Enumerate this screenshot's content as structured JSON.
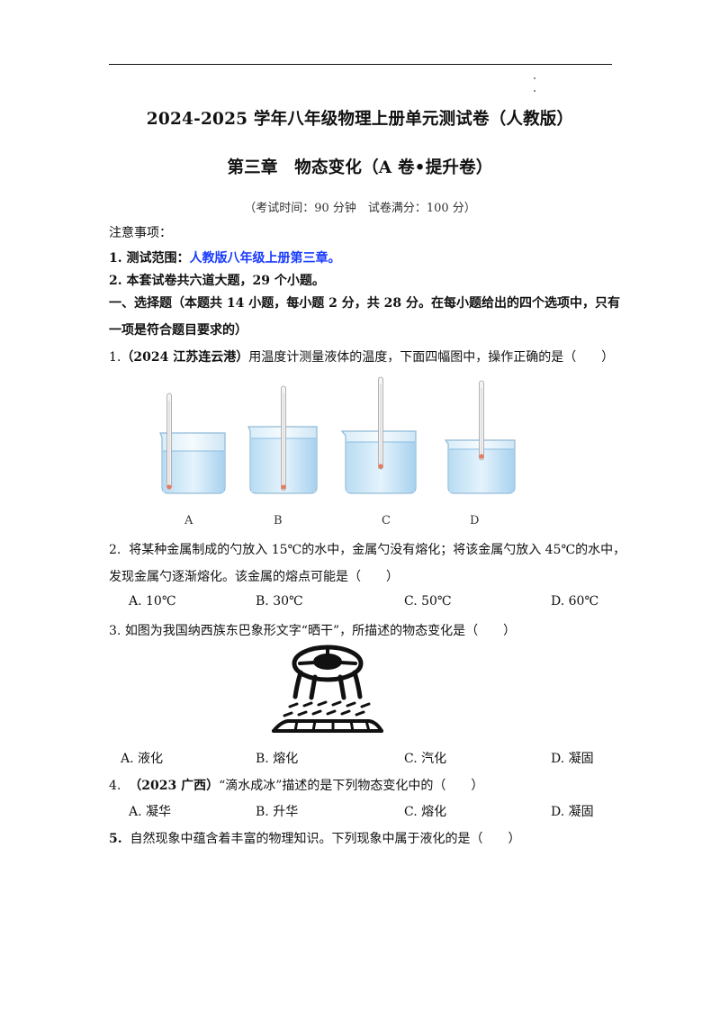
{
  "header": {
    "title": "2024-2025 学年八年级物理上册单元测试卷（人教版）",
    "chapter": "第三章　物态变化（A 卷•提升卷）",
    "exam_info": "（考试时间：90 分钟　试卷满分：100 分）"
  },
  "notes": {
    "heading": "注意事项：",
    "item1_prefix": "1. 测试范围：",
    "item1_value": "人教版八年级上册第三章。",
    "item2": "2. 本套试卷共六道大题，29 个小题。"
  },
  "section1": {
    "heading_line1": "一、选择题（本题共 14 小题，每小题 2 分，共 28 分。在每小题给出的四个选项中，只有",
    "heading_line2": "一项是符合题目要求的）"
  },
  "questions": [
    {
      "number": "1.",
      "source": "（2024 江苏连云港）",
      "text": "用温度计测量液体的温度，下面四幅图中，操作正确的是（　　）",
      "figure_labels": [
        "A",
        "B",
        "C",
        "D"
      ]
    },
    {
      "number": "2.",
      "text_line1": "将某种金属制成的勺放入 15℃的水中，金属勺没有熔化；将该金属勺放入 45℃的水中，",
      "text_line2": "发现金属勺逐渐熔化。该金属的熔点可能是（　　）",
      "options": [
        "A. 10℃",
        "B. 30℃",
        "C. 50℃",
        "D. 60℃"
      ]
    },
    {
      "number": "3.",
      "text": "如图为我国纳西族东巴象形文字“晒干”，所描述的物态变化是（　　）",
      "options": [
        "A.  液化",
        "B.  熔化",
        "C.  汽化",
        "D.  凝固"
      ]
    },
    {
      "number": "4.",
      "source": "（2023 广西）",
      "text": "“滴水成冰”描述的是下列物态变化中的（　　）",
      "options": [
        "A. 凝华",
        "B. 升华",
        "C. 熔化",
        "D. 凝固"
      ]
    },
    {
      "number": "5.",
      "text": "自然现象中蕴含着丰富的物理知识。下列现象中属于液化的是（　　）"
    }
  ]
}
